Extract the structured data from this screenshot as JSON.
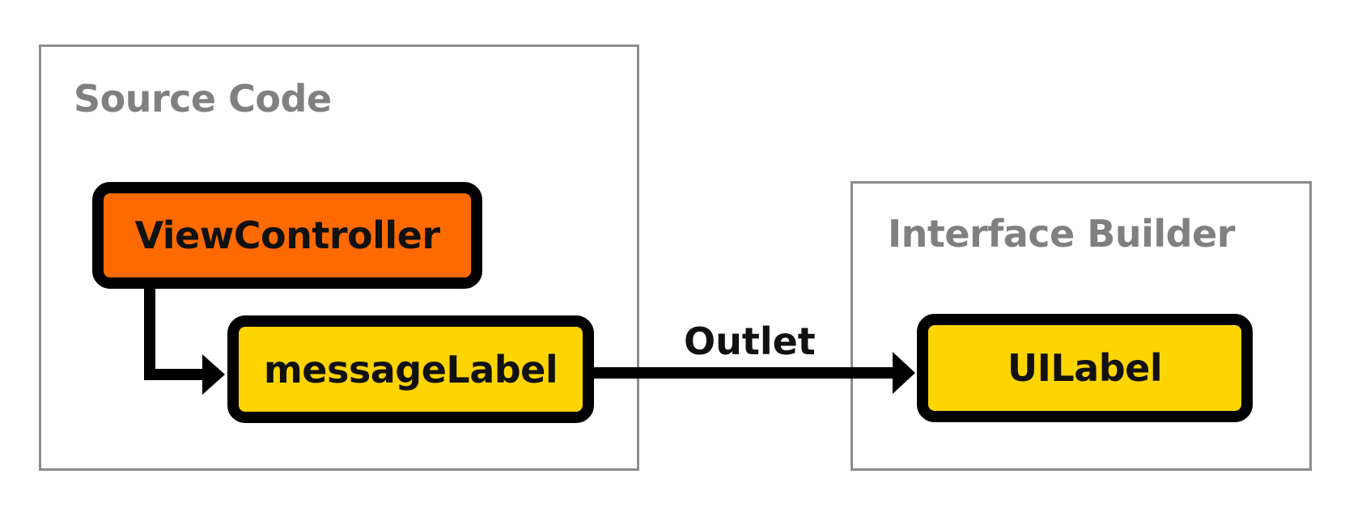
{
  "colors": {
    "frame_border": "#8c8c8c",
    "frame_title": "#808080",
    "view_controller_fill": "#ff6a00",
    "label_fill": "#ffd500",
    "stroke": "#000000"
  },
  "source_code": {
    "title": "Source Code",
    "view_controller": "ViewController",
    "message_label": "messageLabel"
  },
  "interface_builder": {
    "title": "Interface Builder",
    "ui_label": "UILabel"
  },
  "connection": {
    "label": "Outlet"
  }
}
